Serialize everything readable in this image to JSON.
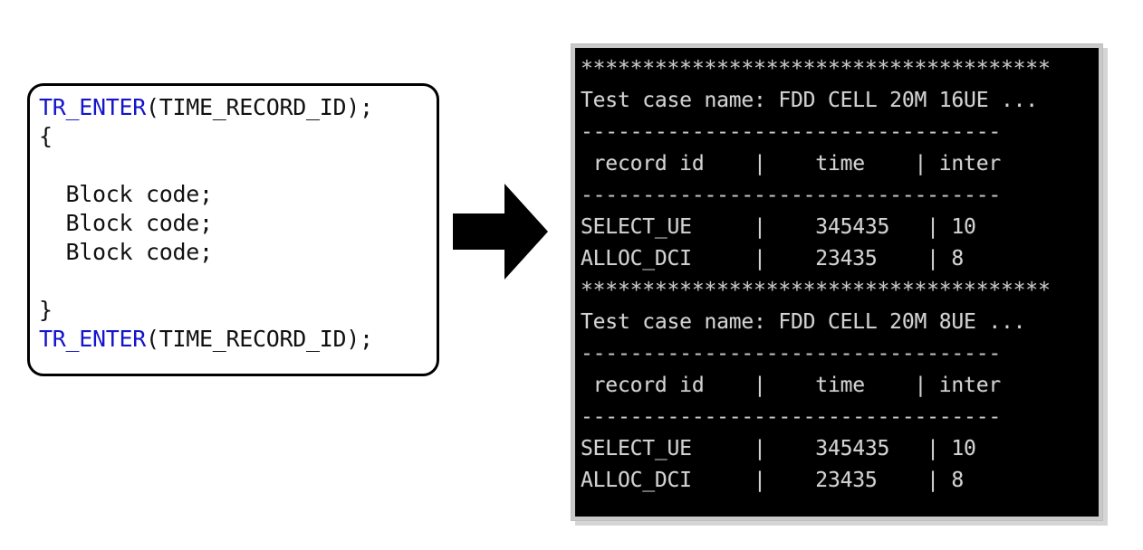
{
  "diagram": {
    "title": "Time record instrumentation macro producing timing report",
    "flow_direction": "left-to-right"
  },
  "code_panel": {
    "name": "source-code-snippet",
    "lines": [
      {
        "macro": "TR_ENTER",
        "rest": "(TIME_RECORD_ID);",
        "blank": false
      },
      {
        "macro": "",
        "rest": "{",
        "blank": false
      },
      {
        "macro": "",
        "rest": "",
        "blank": true
      },
      {
        "macro": "",
        "rest": "  Block code;",
        "blank": false
      },
      {
        "macro": "",
        "rest": "  Block code;",
        "blank": false
      },
      {
        "macro": "",
        "rest": "  Block code;",
        "blank": false
      },
      {
        "macro": "",
        "rest": "",
        "blank": true
      },
      {
        "macro": "",
        "rest": "}",
        "blank": false
      },
      {
        "macro": "TR_ENTER",
        "rest": "(TIME_RECORD_ID);",
        "blank": false
      }
    ],
    "macro_color": "#1414CC",
    "text_color": "#111111",
    "border_color": "#000000",
    "background_color": "#ffffff"
  },
  "arrow": {
    "name": "flow-arrow-right",
    "color": "#000000",
    "direction": "right"
  },
  "terminal": {
    "name": "timing-report-terminal",
    "background_color": "#000000",
    "text_color": "#d2d2d2",
    "frame_color": "#c9c9c9",
    "star_rule": "**************************************",
    "dash_rule": "----------------------------------",
    "header_row": " record id    |    time    | inter",
    "blocks": [
      {
        "test_case_line": "Test case name: FDD CELL 20M 16UE ...",
        "test_case_name": "FDD CELL 20M 16UE ...",
        "columns": [
          "record id",
          "time",
          "inter"
        ],
        "rows": [
          {
            "line": "SELECT_UE     |    345435   | 10",
            "record_id": "SELECT_UE",
            "time": "345435",
            "inter": "10"
          },
          {
            "line": "ALLOC_DCI     |    23435    | 8",
            "record_id": "ALLOC_DCI",
            "time": "23435",
            "inter": "8"
          }
        ]
      },
      {
        "test_case_line": "Test case name: FDD CELL 20M 8UE ...",
        "test_case_name": "FDD CELL 20M 8UE ...",
        "columns": [
          "record id",
          "time",
          "inter"
        ],
        "rows": [
          {
            "line": "SELECT_UE     |    345435   | 10",
            "record_id": "SELECT_UE",
            "time": "345435",
            "inter": "10"
          },
          {
            "line": "ALLOC_DCI     |    23435    | 8",
            "record_id": "ALLOC_DCI",
            "time": "23435",
            "inter": "8"
          }
        ]
      }
    ]
  }
}
